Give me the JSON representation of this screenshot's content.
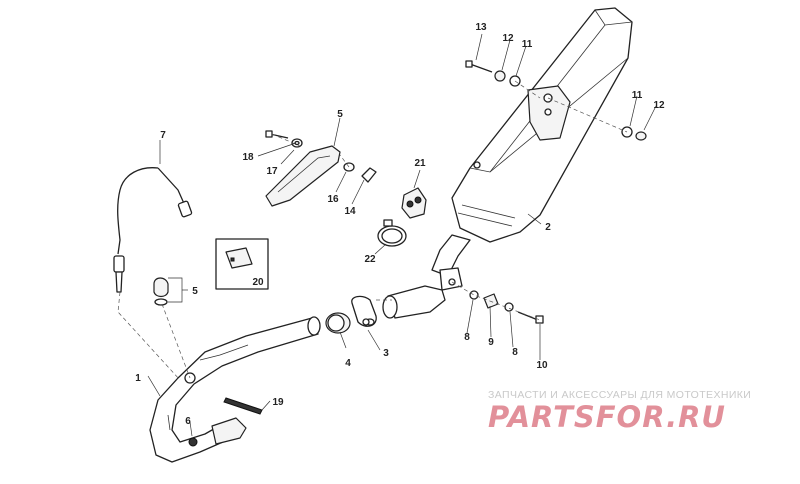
{
  "callouts": {
    "c1": "1",
    "c2": "2",
    "c3": "3",
    "c4": "4",
    "c5a": "5",
    "c5b": "5",
    "c6": "6",
    "c7": "7",
    "c8a": "8",
    "c8b": "8",
    "c9": "9",
    "c10": "10",
    "c11a": "11",
    "c11b": "11",
    "c12a": "12",
    "c12b": "12",
    "c13": "13",
    "c14": "14",
    "c16": "16",
    "c17": "17",
    "c18": "18",
    "c19": "19",
    "c20": "20",
    "c21": "21",
    "c22": "22"
  },
  "watermark": {
    "line": "ЗАПЧАСТИ И АКСЕССУАРЫ ДЛЯ МОТОТЕХНИКИ",
    "logo": "PARTSFOR.RU",
    "color": "#e2909a"
  },
  "colors": {
    "ink": "#222222",
    "background": "#ffffff"
  }
}
